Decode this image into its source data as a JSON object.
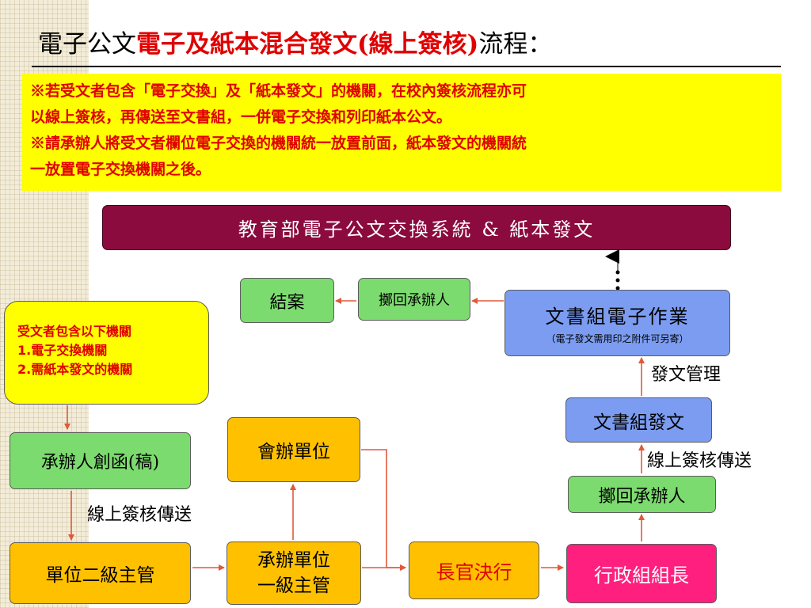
{
  "title": {
    "prefix": "電子公文",
    "highlight": "電子及紙本混合發文(線上簽核)",
    "suffix": "流程："
  },
  "notice": {
    "lines": [
      "※若受文者包含「電子交換」及「紙本發文」的機關，在校內簽核流程亦可",
      "以線上簽核，再傳送至文書組，一併電子交換和列印紙本公文。",
      "※請承辦人將受文者欄位電子交換的機關統一放置前面，紙本發文的機關統",
      "一放置電子交換機關之後。"
    ]
  },
  "banner": "教育部電子公文交換系統 & 紙本發文",
  "recipient_note": {
    "line1": "受文者包含以下機關",
    "line2": "1.電子交換機關",
    "line3": "2.需紙本發文的機關"
  },
  "nodes": {
    "close_case": "結案",
    "return_clerk_top": "擲回承辦人",
    "doc_electronic": "文書組電子作業",
    "doc_electronic_note": "（電子發文需用印之附件可另寄）",
    "doc_dispatch": "文書組發文",
    "return_clerk_mid": "擲回承辦人",
    "draft": "承辦人創函(稿)",
    "co_unit": "會辦單位",
    "unit_level2": "單位二級主管",
    "unit_level1_line1": "承辦單位",
    "unit_level1_line2": "一級主管",
    "chief": "長官決行",
    "admin_head": "行政組組長"
  },
  "labels": {
    "dispatch_mgmt": "發文管理",
    "online_sign_right": "線上簽核傳送",
    "online_sign_left": "線上簽核傳送"
  },
  "colors": {
    "title_highlight": "#e00000",
    "notice_bg": "#ffff00",
    "banner_bg": "#8b0b3e",
    "green_box": "#7cdb6e",
    "orange_box": "#ffc000",
    "blue_box": "#7b9cf0",
    "pink_box": "#ff1f7e",
    "arrow": "#e05a3a"
  }
}
